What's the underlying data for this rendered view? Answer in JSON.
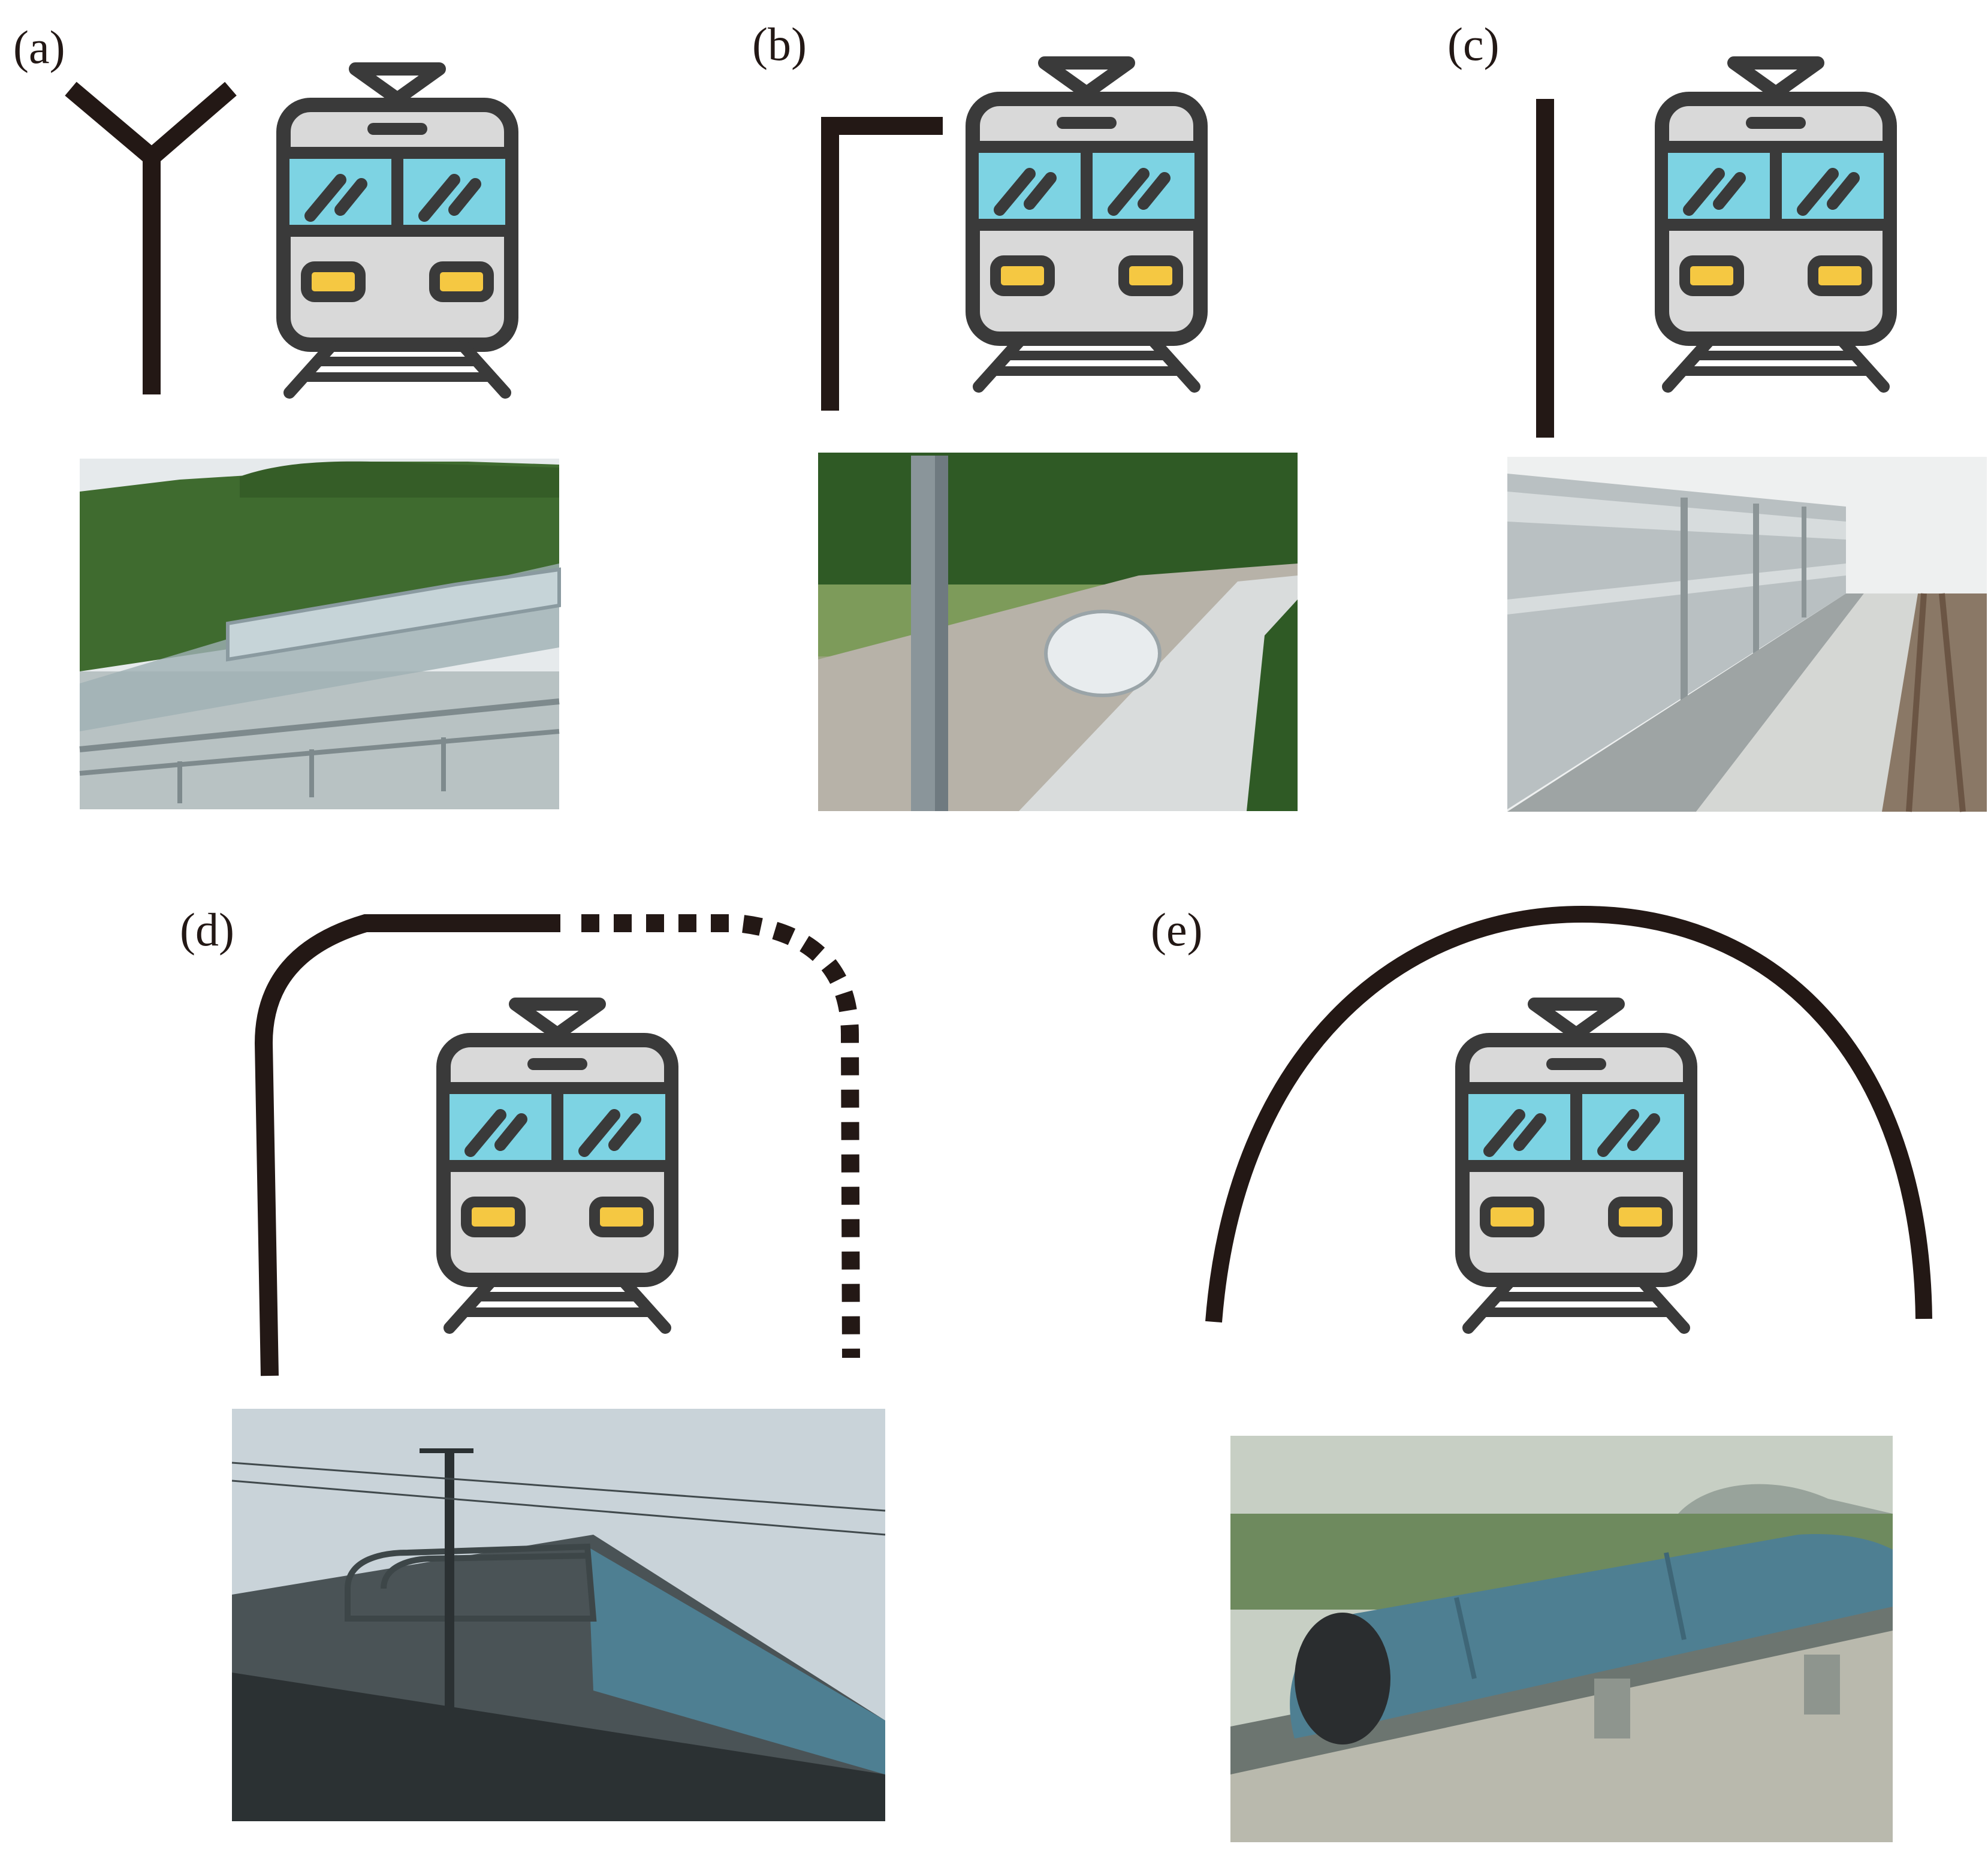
{
  "panels": [
    {
      "id": "a",
      "label": "(a)",
      "barrier_shape": "y-shaped",
      "photo": "photo-mountain-canopy-barrier"
    },
    {
      "id": "b",
      "label": "(b)",
      "barrier_shape": "inverted-l",
      "photo": "photo-bullet-train-viaduct-barrier"
    },
    {
      "id": "c",
      "label": "(c)",
      "barrier_shape": "vertical",
      "photo": "photo-vertical-panel-barrier"
    },
    {
      "id": "d",
      "label": "(d)",
      "barrier_shape": "semi-enclosed",
      "photo": "photo-semi-enclosed-barrier"
    },
    {
      "id": "e",
      "label": "(e)",
      "barrier_shape": "fully-enclosed",
      "photo": "photo-fully-enclosed-tunnel"
    }
  ],
  "icons": {
    "train": "train-front-icon"
  },
  "colors": {
    "barrier_line": "#231815",
    "train_outline": "#3a3a3a",
    "train_body": "#d9d9d9",
    "train_window": "#7dd3e3",
    "train_light": "#f5c842",
    "sky": "#c9d3d9",
    "foliage": "#3f6b2f",
    "panel_blue": "#4e7f92"
  }
}
